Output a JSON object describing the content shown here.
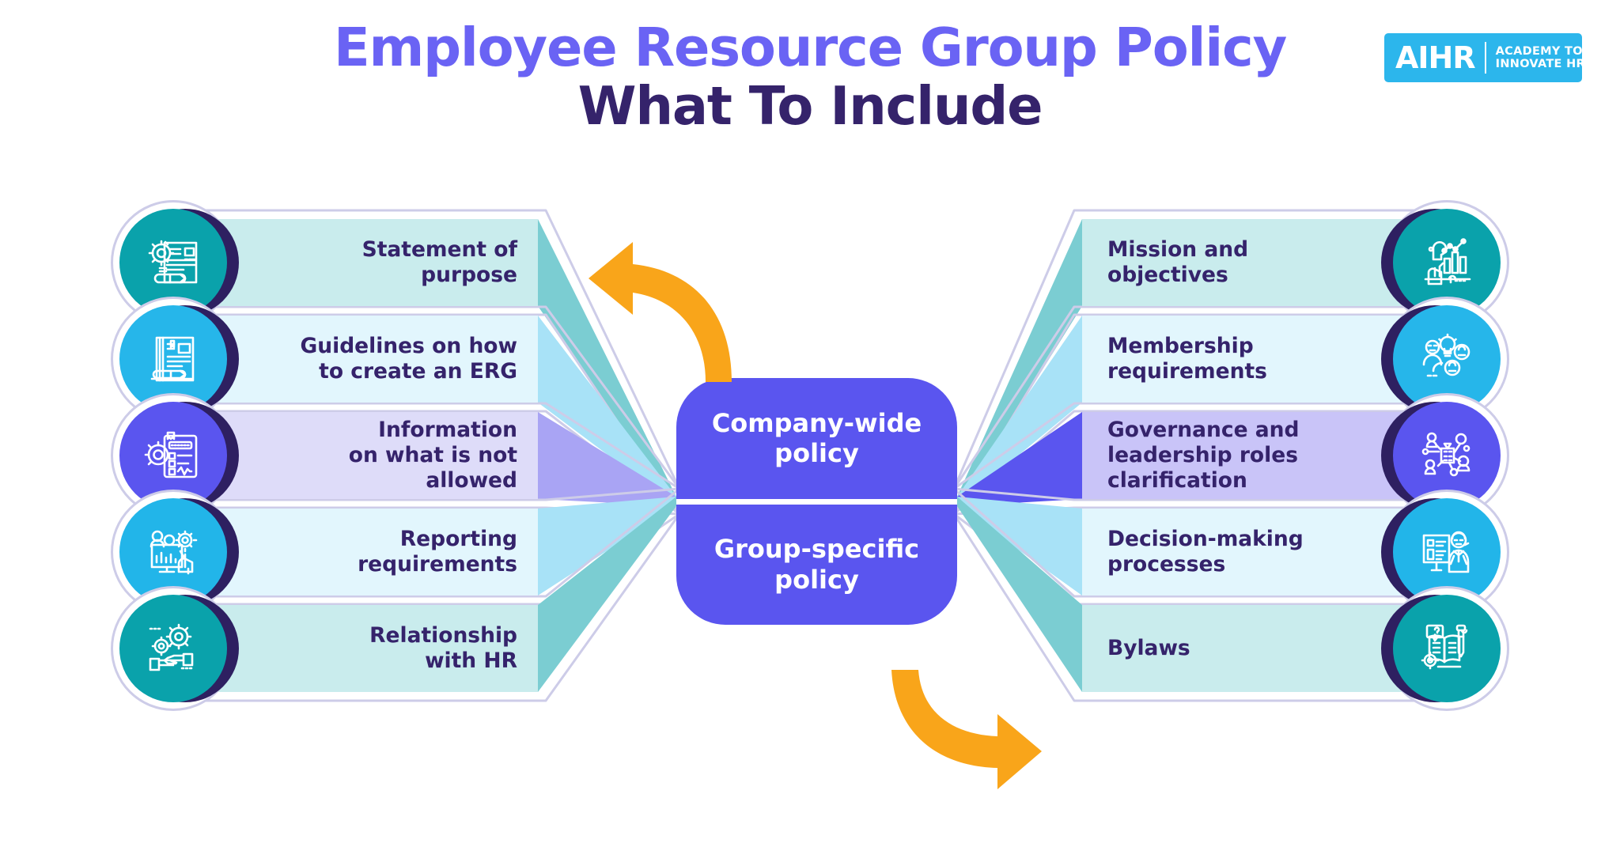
{
  "header": {
    "title_line1": "Employee Resource Group Policy",
    "title_line2": "What To Include",
    "title_line1_color": "#6a63f4",
    "title_line2_color": "#35236b"
  },
  "logo": {
    "mark": "AIHR",
    "tagline_line1": "ACADEMY TO",
    "tagline_line2": "INNOVATE HR",
    "background_color": "#2cb6ec"
  },
  "hub": {
    "top_label": "Company-wide\npolicy",
    "bottom_label": "Group-specific\npolicy",
    "color": "#5a55ef"
  },
  "arrows": {
    "top_left_arrow": "curved-arrow-up-left-icon",
    "bottom_right_arrow": "curved-arrow-down-right-icon",
    "color": "#f9a51a"
  },
  "left_column": [
    {
      "label": "Statement of\npurpose",
      "icon": "document-gear-pencil-icon",
      "circle_color": "#0aa2ab",
      "bar_color": "#c9eced",
      "wedge_color": "#7bcdd2"
    },
    {
      "label": "Guidelines on how\nto create an ERG",
      "icon": "document-pen-notebook-icon",
      "circle_color": "#26b6ea",
      "bar_color": "#e2f6fd",
      "wedge_color": "#a8e2f7"
    },
    {
      "label": "Information\non what is not\nallowed",
      "icon": "checklist-gear-icon",
      "circle_color": "#5a55ef",
      "bar_color": "#dedcf9",
      "wedge_color": "#a9a4f4"
    },
    {
      "label": "Reporting\nrequirements",
      "icon": "report-monitor-gear-icon",
      "circle_color": "#22b5e9",
      "bar_color": "#e2f6fd",
      "wedge_color": "#a8e2f7"
    },
    {
      "label": "Relationship\nwith HR",
      "icon": "handshake-gears-icon",
      "circle_color": "#0aa2ab",
      "bar_color": "#c9eced",
      "wedge_color": "#7bcdd2"
    }
  ],
  "right_column": [
    {
      "label": "Mission and\nobjectives",
      "icon": "chart-growth-hand-icon",
      "circle_color": "#0aa2ab",
      "bar_color": "#c9eced",
      "wedge_color": "#7bcdd2"
    },
    {
      "label": "Membership\nrequirements",
      "icon": "people-group-ideas-icon",
      "circle_color": "#26b6ea",
      "bar_color": "#e2f6fd",
      "wedge_color": "#a8e2f7"
    },
    {
      "label": "Governance and\nleadership roles\nclarification",
      "icon": "org-network-people-icon",
      "circle_color": "#5a55ef",
      "bar_color": "#c9c4f8",
      "wedge_color": "#5a55ef"
    },
    {
      "label": "Decision-making\nprocesses",
      "icon": "presenter-whiteboard-icon",
      "circle_color": "#22b5e9",
      "bar_color": "#e2f6fd",
      "wedge_color": "#a8e2f7"
    },
    {
      "label": "Bylaws",
      "icon": "book-question-pen-icon",
      "circle_color": "#0aa2ab",
      "bar_color": "#c9eced",
      "wedge_color": "#7bcdd2"
    }
  ]
}
